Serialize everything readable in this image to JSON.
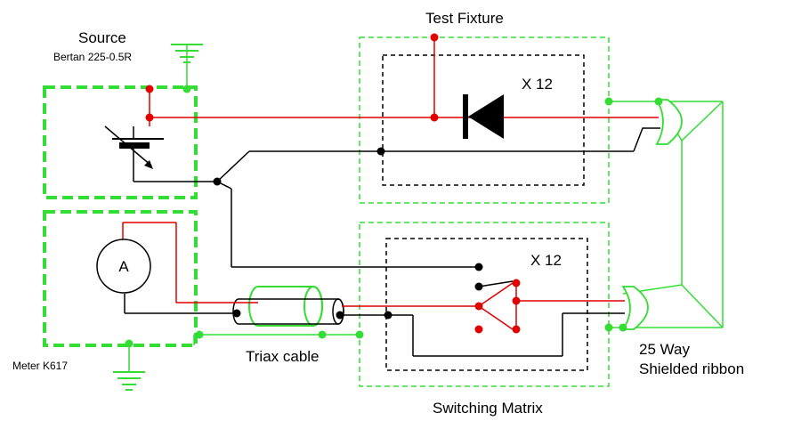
{
  "labels": {
    "source_title": "Source",
    "source_model": "Bertan 225-0.5R",
    "meter": "Meter K617",
    "ammeter_symbol": "A",
    "test_fixture": "Test Fixture",
    "fixture_multiplier": "X 12",
    "switch_multiplier": "X 12",
    "triax": "Triax cable",
    "switching_matrix": "Switching Matrix",
    "ribbon_line1": "25 Way",
    "ribbon_line2": "Shielded ribbon"
  },
  "colors": {
    "signal_wire": "#e00000",
    "return_wire": "#000000",
    "shield_ground": "#33dd33",
    "enclosure_box": "#33dd33",
    "inner_box": "#000000"
  }
}
